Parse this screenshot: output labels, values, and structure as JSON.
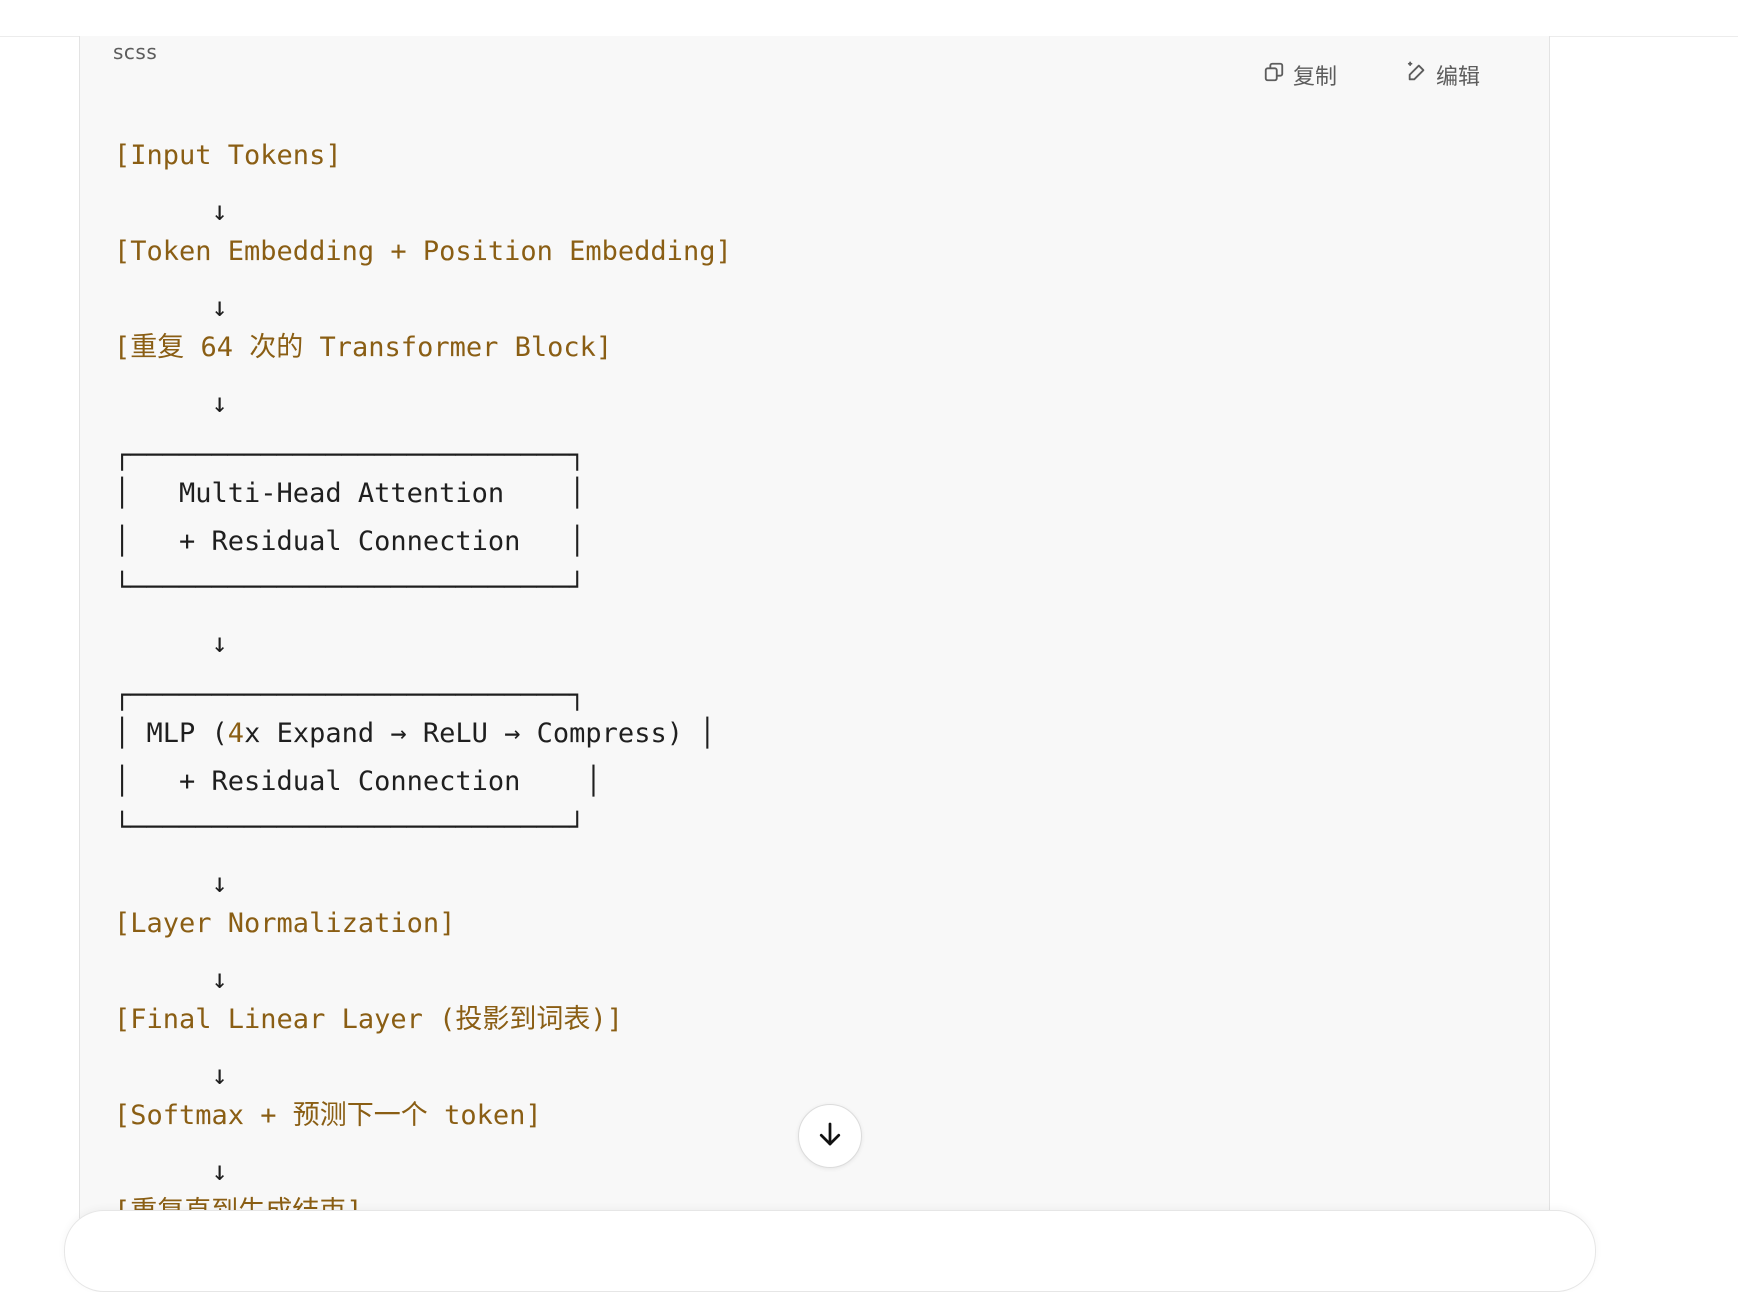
{
  "code_block": {
    "language": "scss",
    "copy_label": "复制",
    "edit_label": "编辑",
    "lines": {
      "l01": "[Input Tokens]",
      "l02": "      ↓",
      "l03": "[Token Embedding + Position Embedding]",
      "l04": "      ↓",
      "l05": "[重复 64 次的 Transformer Block]",
      "l06": "      ↓",
      "l07": "┌───────────────────────────┐",
      "l08": "│   Multi-Head Attention    │",
      "l09": "│   + Residual Connection   │",
      "l10": "└───────────────────────────┘",
      "l11": "      ↓",
      "l12": "┌───────────────────────────┐",
      "l13a": "│ MLP (",
      "l13b": "4",
      "l13c": "x Expand → ReLU → Compress) │",
      "l14": "│   + Residual Connection    │",
      "l15": "└───────────────────────────┘",
      "l16": "      ↓",
      "l17": "[Layer Normalization]",
      "l18": "      ↓",
      "l19": "[Final Linear Layer (投影到词表)]",
      "l20": "      ↓",
      "l21": "[Softmax + 预测下一个 token]",
      "l22": "      ↓",
      "l23": "[重复直到生成结束]"
    }
  },
  "icons": {
    "copy": "copy-icon",
    "edit": "edit-icon",
    "scroll": "arrow-down-icon"
  },
  "colors": {
    "code_background": "#f8f8f8",
    "bracket_text": "#8a5e14",
    "plain_text": "#1f1f1f",
    "ui_text": "#5d5d5d"
  }
}
